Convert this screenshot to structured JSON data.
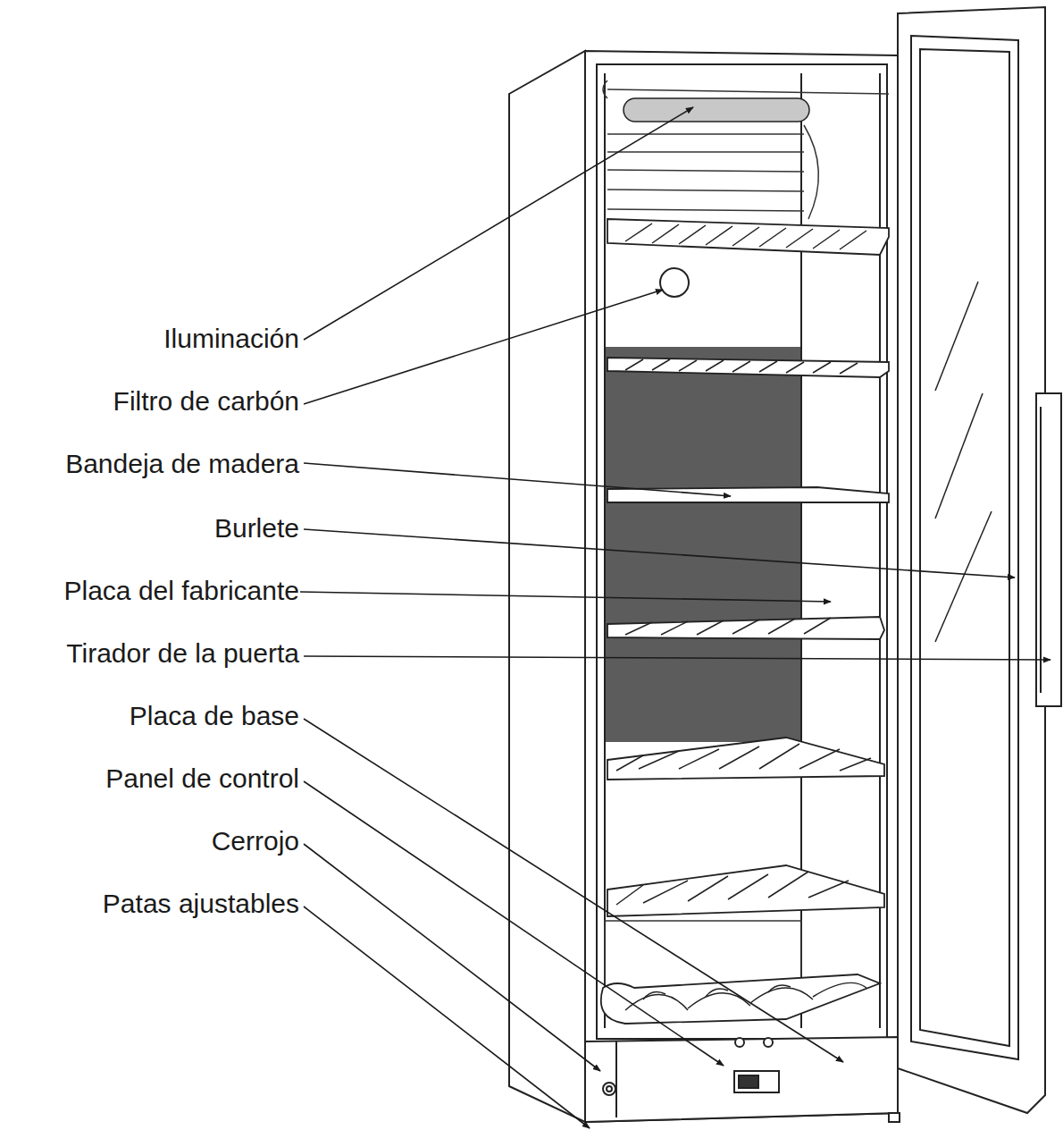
{
  "diagram": {
    "labels": [
      "Iluminación",
      "Filtro de carbón",
      "Bandeja de madera",
      "Burlete",
      "Placa del fabricante",
      "Tirador de la puerta",
      "Placa de base",
      "Panel de control",
      "Cerrojo",
      "Patas ajustables"
    ]
  }
}
